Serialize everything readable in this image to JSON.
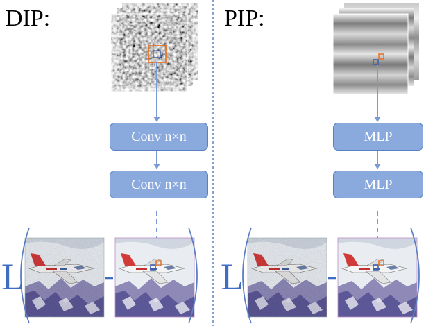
{
  "panels": [
    {
      "title": "DIP:",
      "blocks": [
        "Conv n×n",
        "Conv n×n"
      ],
      "loss_symbol": "L"
    },
    {
      "title": "PIP:",
      "blocks": [
        "MLP",
        "MLP"
      ],
      "loss_symbol": "L"
    }
  ],
  "colors": {
    "block_fill": "#8aa9dc",
    "block_border": "#5b7fc4",
    "arrow": "#7a9ad6",
    "highlight_orange": "#e8762c",
    "highlight_blue": "#3f63b0",
    "divider": "#4a6fb5"
  }
}
